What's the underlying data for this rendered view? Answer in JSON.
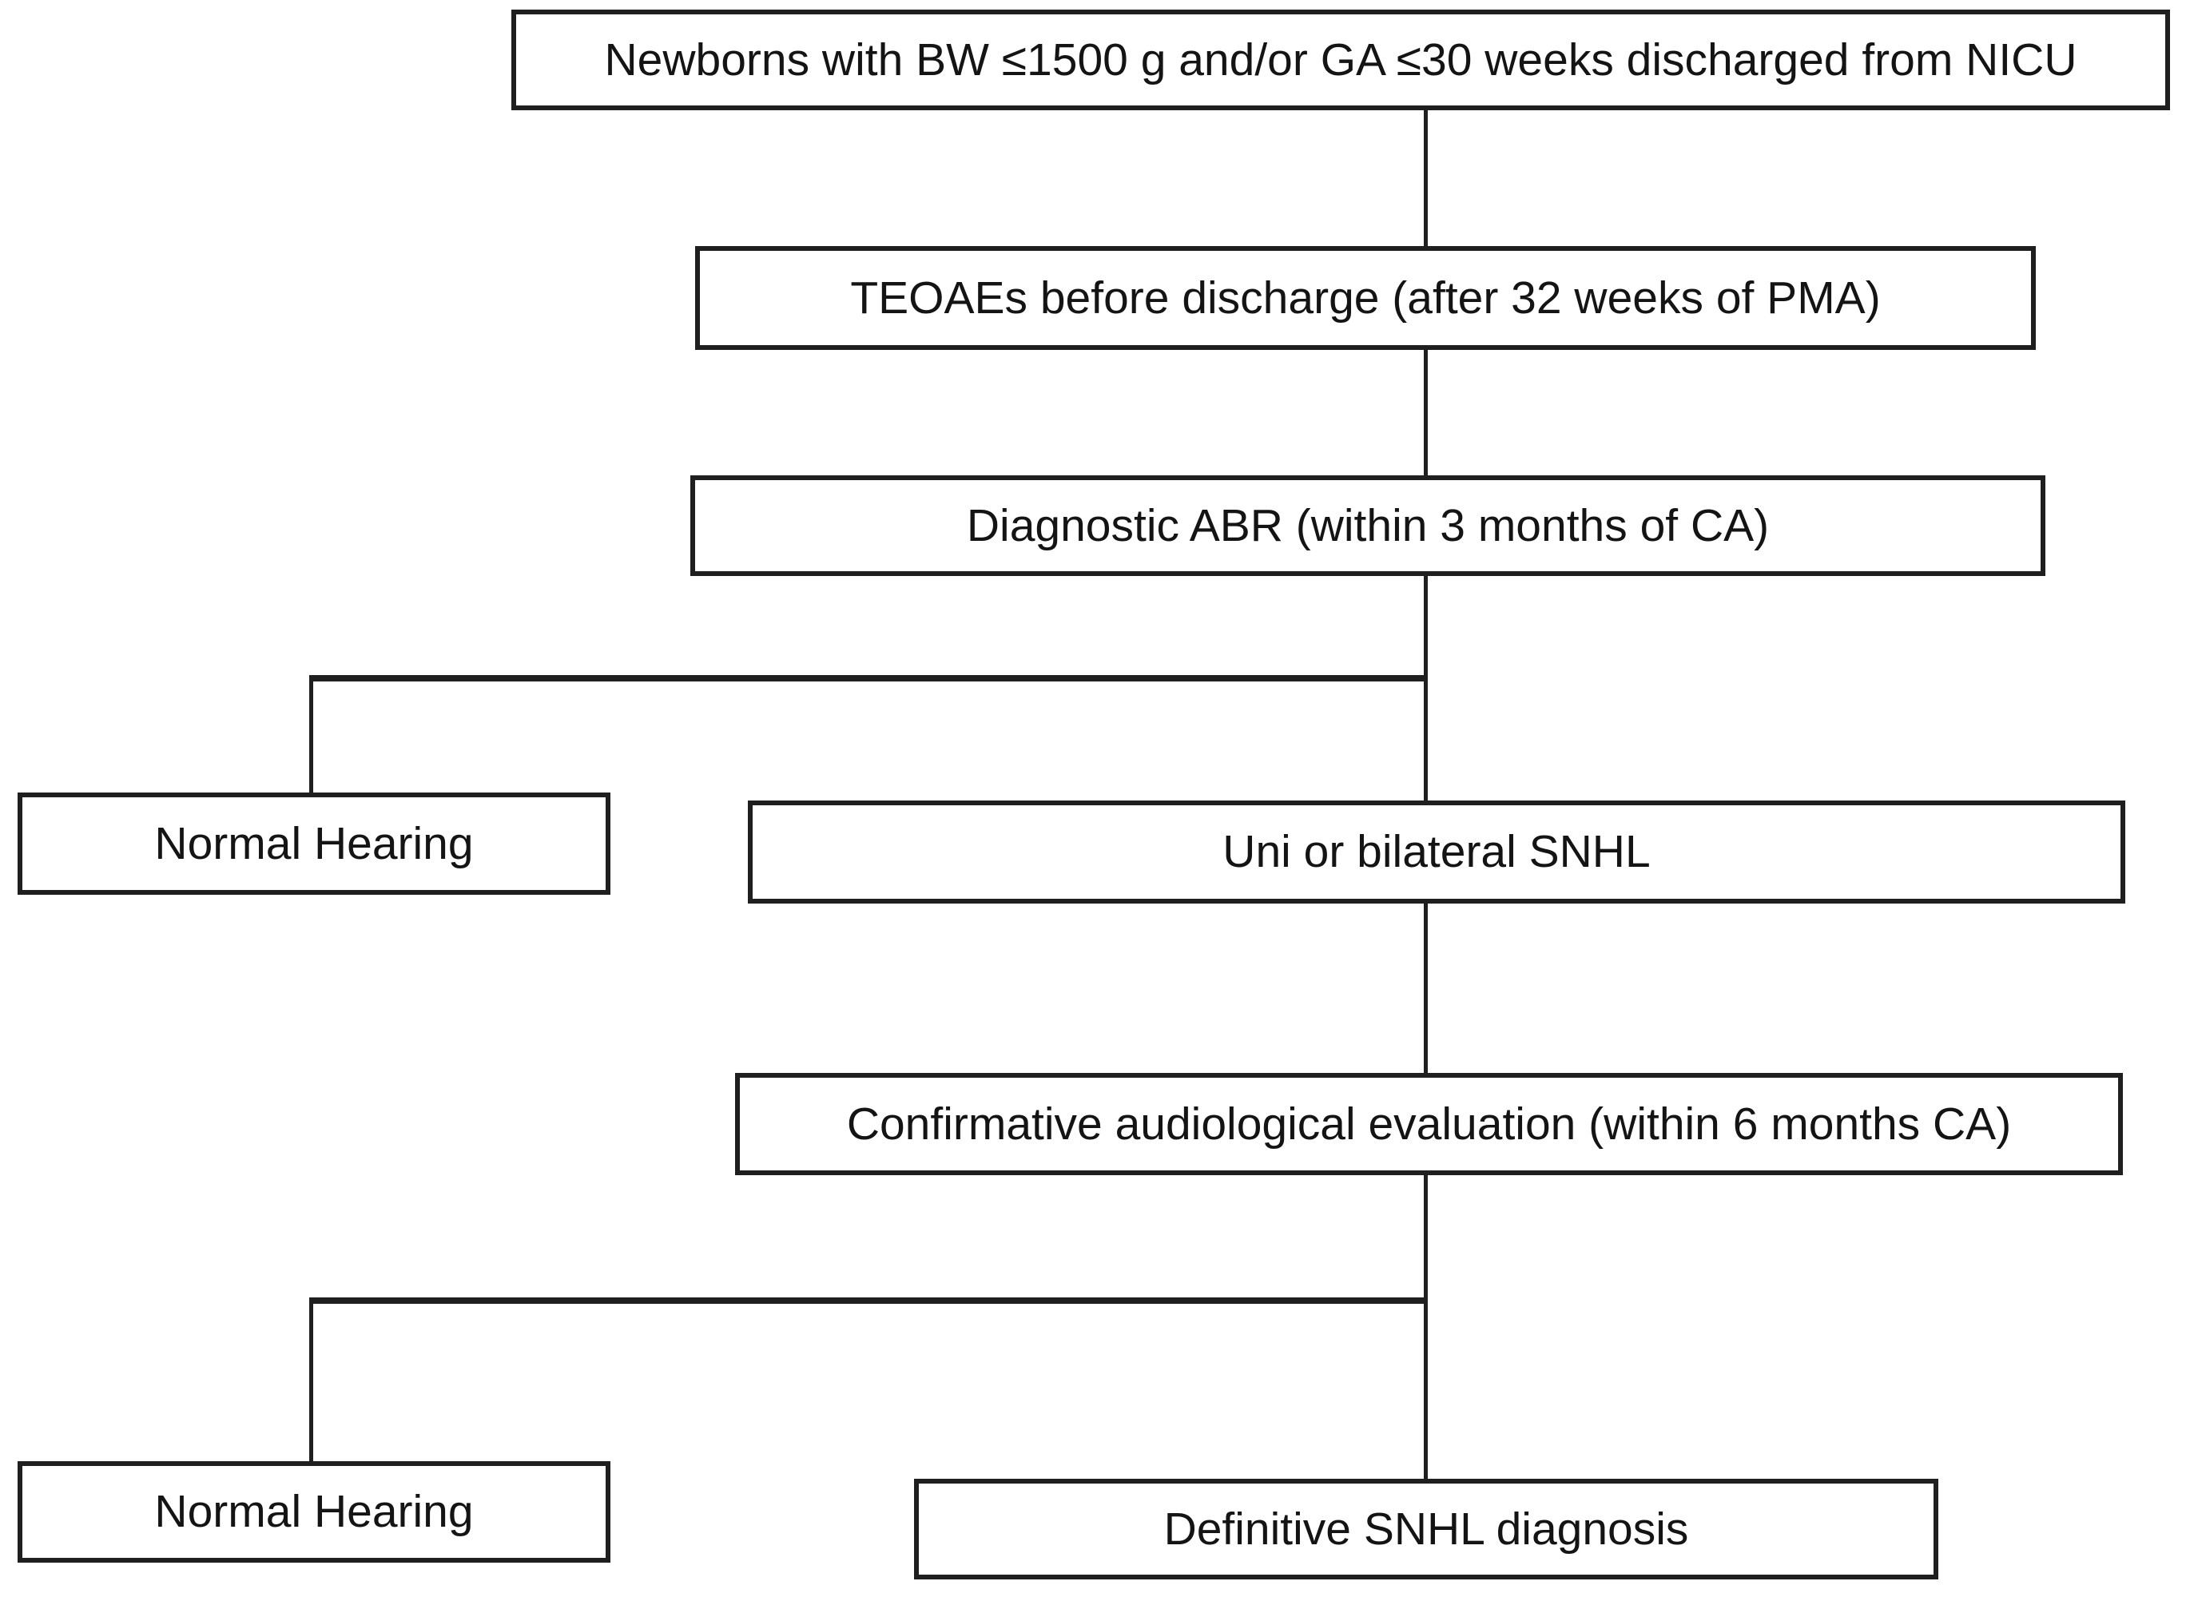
{
  "diagram": {
    "type": "flowchart",
    "background_color": "#ffffff",
    "box_fill_color": "#ffffff",
    "box_border_color": "#1f1f1f",
    "line_color": "#1f1f1f",
    "text_color": "#141414",
    "nodes": {
      "newborns": {
        "label": "Newborns with BW ≤1500 g and/or GA ≤30 weeks discharged from NICU"
      },
      "teoae": {
        "label": "TEOAEs before discharge (after 32 weeks of PMA)"
      },
      "abr": {
        "label": "Diagnostic ABR (within 3 months of CA)"
      },
      "normal_hearing_1": {
        "label": "Normal Hearing"
      },
      "snhl": {
        "label": "Uni or bilateral SNHL"
      },
      "confirmative": {
        "label": "Confirmative audiological evaluation (within 6 months CA)"
      },
      "normal_hearing_2": {
        "label": "Normal Hearing"
      },
      "definitive": {
        "label": "Definitive SNHL diagnosis"
      }
    },
    "edges": [
      {
        "from": "newborns",
        "to": "teoae"
      },
      {
        "from": "teoae",
        "to": "abr"
      },
      {
        "from": "abr",
        "to": "normal_hearing_1"
      },
      {
        "from": "abr",
        "to": "snhl"
      },
      {
        "from": "snhl",
        "to": "confirmative"
      },
      {
        "from": "confirmative",
        "to": "normal_hearing_2"
      },
      {
        "from": "confirmative",
        "to": "definitive"
      }
    ]
  }
}
